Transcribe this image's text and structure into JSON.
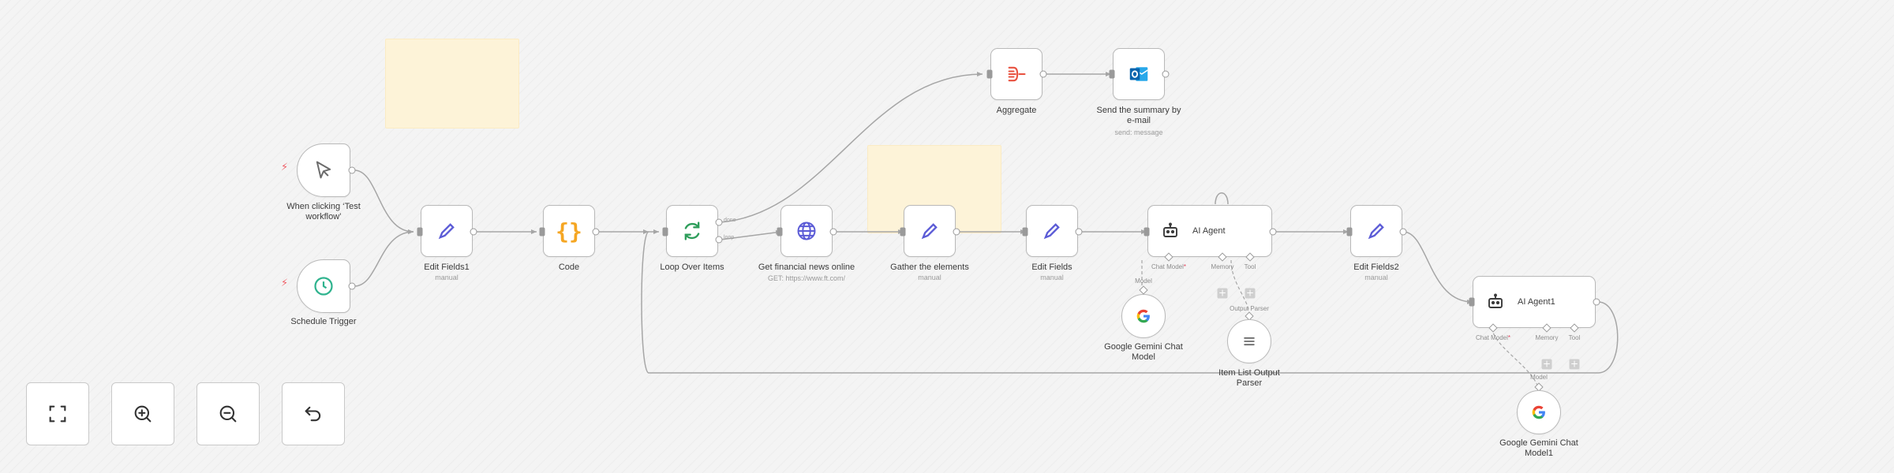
{
  "canvas": {
    "nodes": [
      {
        "id": "manual_trigger",
        "title": "When clicking ‘Test workflow’",
        "subtitle": "",
        "icon": "cursor-icon"
      },
      {
        "id": "schedule_trigger",
        "title": "Schedule Trigger",
        "subtitle": "",
        "icon": "clock-icon"
      },
      {
        "id": "edit_fields1",
        "title": "Edit Fields1",
        "subtitle": "manual",
        "icon": "pencil-icon"
      },
      {
        "id": "code",
        "title": "Code",
        "subtitle": "",
        "icon": "braces-icon"
      },
      {
        "id": "loop",
        "title": "Loop Over Items",
        "subtitle": "",
        "icon": "loop-icon"
      },
      {
        "id": "get_news",
        "title": "Get financial news online",
        "subtitle": "GET: https://www.ft.com/",
        "icon": "globe-icon"
      },
      {
        "id": "gather",
        "title": "Gather the elements",
        "subtitle": "manual",
        "icon": "pencil-icon"
      },
      {
        "id": "edit_fields",
        "title": "Edit Fields",
        "subtitle": "manual",
        "icon": "pencil-icon"
      },
      {
        "id": "ai_agent",
        "title": "AI Agent",
        "subtitle": "",
        "icon": "robot-icon"
      },
      {
        "id": "edit_fields2",
        "title": "Edit Fields2",
        "subtitle": "manual",
        "icon": "pencil-icon"
      },
      {
        "id": "ai_agent1",
        "title": "AI Agent1",
        "subtitle": "",
        "icon": "robot-icon"
      },
      {
        "id": "aggregate",
        "title": "Aggregate",
        "subtitle": "",
        "icon": "aggregate-icon"
      },
      {
        "id": "send_email",
        "title": "Send the summary by e-mail",
        "subtitle": "send: message",
        "icon": "outlook-icon"
      },
      {
        "id": "gemini1",
        "title": "Google Gemini Chat Model",
        "subtitle": "",
        "icon": "google-icon"
      },
      {
        "id": "parser",
        "title": "Item List Output Parser",
        "subtitle": "",
        "icon": "list-icon"
      },
      {
        "id": "gemini2",
        "title": "Google Gemini Chat Model1",
        "subtitle": "",
        "icon": "google-icon"
      }
    ],
    "ports": {
      "chat_model": "Chat Model",
      "required_mark": "*",
      "memory": "Memory",
      "tool": "Tool",
      "output_parser": "Output Parser",
      "model": "Model",
      "loop_done": "done",
      "loop_loop": "loop"
    },
    "colors": {
      "edge": "#a6a6a6",
      "sticky": "#fdf3d8",
      "pencil": "#5b5bd6",
      "code": "#f5a623",
      "loop": "#2d9d5a",
      "globe": "#5b5bd6",
      "aggregate": "#e8513f",
      "trigger_bolt": "#ef5f67"
    }
  },
  "controls": [
    {
      "name": "zoom-to-fit",
      "icon": "fit-icon"
    },
    {
      "name": "zoom-in",
      "icon": "zoom-in-icon"
    },
    {
      "name": "zoom-out",
      "icon": "zoom-out-icon"
    },
    {
      "name": "undo",
      "icon": "undo-icon"
    }
  ]
}
